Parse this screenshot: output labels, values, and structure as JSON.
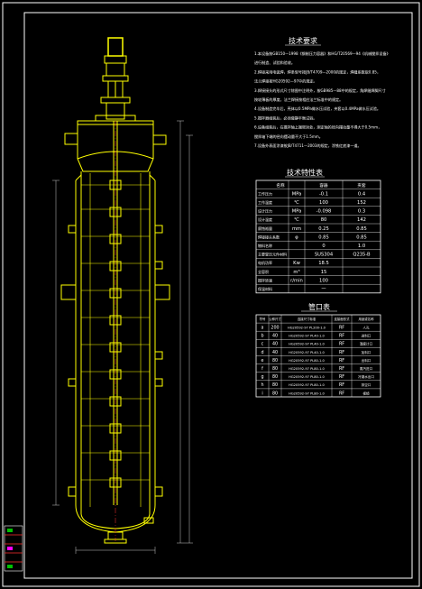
{
  "title_block": {
    "tech_req_title": "技术要求",
    "tech_req_lines": [
      "1.本设备按GB150—1998《钢制压力容器》和HG/T20569—94《机械搅拌设备》",
      "进行制造、试验和验收。",
      "2.焊接采用电弧焊，焊条型号按JB/T4709—2000的规定，焊缝系数取0.85，",
      "法兰焊接按HG20592—97中的规定。",
      "3.焊接接头的形式尺寸除图中注明外，按GB985—88中的规定，角焊缝焊脚尺寸",
      "按较薄板的厚度，法兰焊接按相应法兰标准中的规定。",
      "4.设备制造完毕后，壳体以0.5MPa做水压试验，夹套以0.4MPa做水压试验。",
      "5.搅拌器组装后，必须做静平衡试验。",
      "6.设备组装后，在搅拌轴上端密封处，测定轴的径向摆动量不得大于0.5mm，",
      "搅拌轴下端的径向摆动量不大于1.5mm。",
      "7.设备外表面涂漆按JB/T4711—2003的规定，涂铁红底漆一道。"
    ],
    "spec_title": "技术特性表",
    "spec_header": [
      "名称",
      "容器",
      "夹套"
    ],
    "spec_rows": [
      [
        "工作压力",
        "MPa",
        "-0.1",
        "0.4"
      ],
      [
        "工作温度",
        "℃",
        "100",
        "152"
      ],
      [
        "设计压力",
        "MPa",
        "-0.098",
        "0.3"
      ],
      [
        "设计温度",
        "℃",
        "80",
        "142"
      ],
      [
        "腐蚀裕量",
        "mm",
        "0.25",
        "0.85"
      ],
      [
        "焊接接头系数",
        "φ",
        "0.85",
        "0.85"
      ],
      [
        "物料名称",
        "",
        "0",
        "1.0"
      ],
      [
        "主要受压元件材料",
        "",
        "SUS304",
        "Q235-B"
      ],
      [
        "电机功率",
        "Kw",
        "18.5",
        ""
      ],
      [
        "全容积",
        "m³",
        "15",
        ""
      ],
      [
        "搅拌转速",
        "r/min",
        "100",
        ""
      ],
      [
        "保温材料",
        "",
        "一",
        ""
      ]
    ],
    "nozzle_title": "管口表",
    "nozzle_header": [
      "符号",
      "公称尺寸",
      "连接尺寸标准",
      "连接面形式",
      "用途或名称"
    ],
    "nozzle_rows": [
      [
        "a",
        "200",
        "HG20592-97 PL200-1.0",
        "RF",
        "人孔"
      ],
      [
        "b",
        "40",
        "HG20592-97 PL40-1.0",
        "RF",
        "进料口"
      ],
      [
        "c",
        "40",
        "HG20592-97 PL40-1.0",
        "RF",
        "温度计口"
      ],
      [
        "d",
        "40",
        "HG20592-97 PL40-1.0",
        "RF",
        "加料口"
      ],
      [
        "e",
        "80",
        "HG20592-97 PL80-1.0",
        "RF",
        "出料口"
      ],
      [
        "f",
        "80",
        "HG20592-97 PL80-1.0",
        "RF",
        "蒸汽进口"
      ],
      [
        "g",
        "80",
        "HG20592-97 PL80-1.0",
        "RF",
        "冷凝水出口"
      ],
      [
        "h",
        "80",
        "HG20592-97 PL80-1.0",
        "RF",
        "排空口"
      ],
      [
        "i",
        "80",
        "HG20592-97 PL80-1.0",
        "RF",
        "视镜"
      ]
    ]
  },
  "colors": {
    "background": "#000000",
    "frame": "#ffffff",
    "vessel": "#ffff00",
    "dimension": "#c8c8c8",
    "accent_red": "#ff3030",
    "accent_green": "#00c000",
    "accent_magenta": "#ff00ff"
  }
}
